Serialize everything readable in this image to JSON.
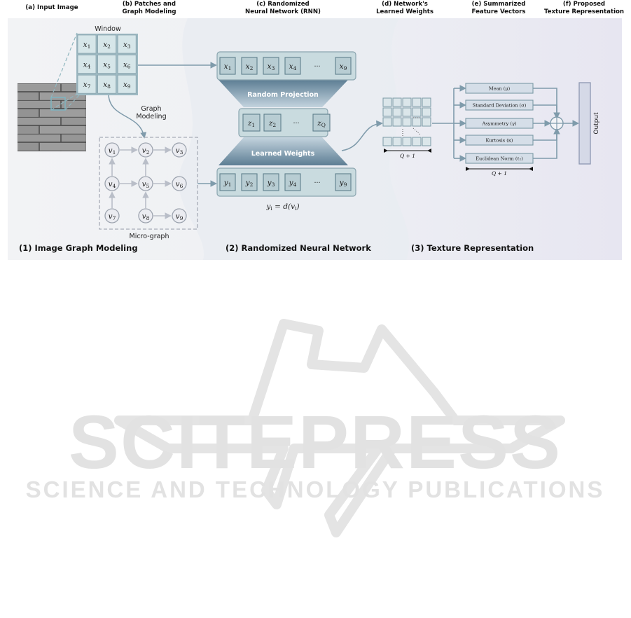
{
  "headers": {
    "a": "(a) Input Image",
    "b1": "(b) Patches and",
    "b2": "Graph Modeling",
    "c1": "(c) Randomized",
    "c2": "Neural Network (RNN)",
    "d1": "(d) Network's",
    "d2": "Learned Weights",
    "e1": "(e) Summarized",
    "e2": "Feature Vectors",
    "f1": "(f) Proposed",
    "f2": "Texture Representation"
  },
  "sections": {
    "s1": "(1) Image Graph Modeling",
    "s2": "(2) Randomized Neural Network",
    "s3": "(3) Texture Representation"
  },
  "labels": {
    "window": "Window",
    "graph_modeling_1": "Graph",
    "graph_modeling_2": "Modeling",
    "micro_graph": "Micro-graph",
    "random_projection": "Random Projection",
    "learned_weights": "Learned Weights",
    "formula_y": "y",
    "formula_i": "i",
    "formula_eq": " = d(v",
    "formula_close": ")",
    "output": "Output",
    "q_plus_one": "Q + 1",
    "ellipsis": "···"
  },
  "patch_cells": [
    {
      "base": "x",
      "sub": "1"
    },
    {
      "base": "x",
      "sub": "2"
    },
    {
      "base": "x",
      "sub": "3"
    },
    {
      "base": "x",
      "sub": "4"
    },
    {
      "base": "x",
      "sub": "5"
    },
    {
      "base": "x",
      "sub": "6"
    },
    {
      "base": "x",
      "sub": "7"
    },
    {
      "base": "x",
      "sub": "8"
    },
    {
      "base": "x",
      "sub": "9"
    }
  ],
  "graph_nodes": [
    {
      "base": "v",
      "sub": "1"
    },
    {
      "base": "v",
      "sub": "2"
    },
    {
      "base": "v",
      "sub": "3"
    },
    {
      "base": "v",
      "sub": "4"
    },
    {
      "base": "v",
      "sub": "5"
    },
    {
      "base": "v",
      "sub": "6"
    },
    {
      "base": "v",
      "sub": "7"
    },
    {
      "base": "v",
      "sub": "8"
    },
    {
      "base": "v",
      "sub": "9"
    }
  ],
  "input_vector": [
    {
      "base": "x",
      "sub": "1"
    },
    {
      "base": "x",
      "sub": "2"
    },
    {
      "base": "x",
      "sub": "3"
    },
    {
      "base": "x",
      "sub": "4"
    },
    {
      "base": "x",
      "sub": "9"
    }
  ],
  "hidden_vector": [
    {
      "base": "z",
      "sub": "1"
    },
    {
      "base": "z",
      "sub": "2"
    },
    {
      "base": "z",
      "sub": "Q"
    }
  ],
  "output_vector": [
    {
      "base": "y",
      "sub": "1"
    },
    {
      "base": "y",
      "sub": "2"
    },
    {
      "base": "y",
      "sub": "3"
    },
    {
      "base": "y",
      "sub": "4"
    },
    {
      "base": "y",
      "sub": "9"
    }
  ],
  "statistics": [
    "Mean (μ)",
    "Standard Deviation (σ)",
    "Asymmetry (γ)",
    "Kurtosis (κ)",
    "Euclidean Norm (ℓ₂)"
  ],
  "watermark": {
    "big": "SCITEPRESS",
    "small": "SCIENCE AND TECHNOLOGY PUBLICATIONS"
  },
  "colors": {
    "box_fill": "#cfe0e3",
    "box_stroke": "#7b9aa6",
    "band_top": "#5e7f95",
    "band_light": "#c8d8e4",
    "arrow": "#7f9bab",
    "node_stroke": "#9ca3ae"
  }
}
